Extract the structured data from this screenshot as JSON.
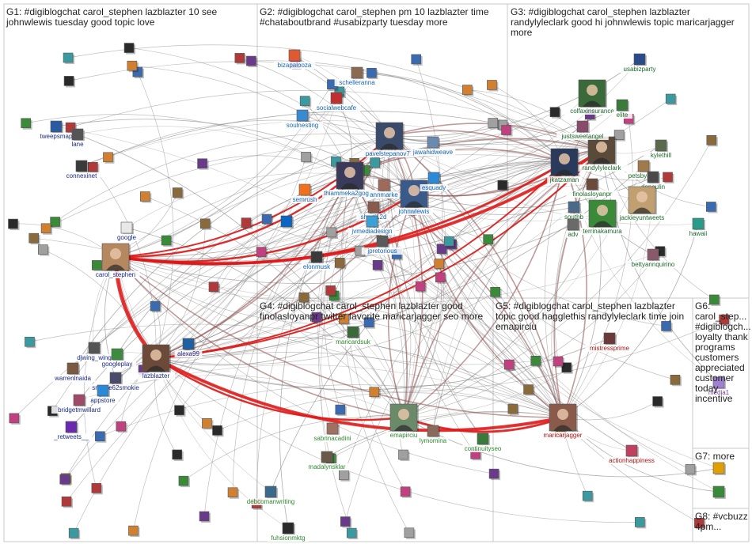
{
  "groups": [
    {
      "id": "G1",
      "title_lines": [
        "G1: #digiblogchat carol_stephen lazblazter 10 see",
        "johnwlewis tuesday good topic love"
      ],
      "label_color": "#1a2a8a"
    },
    {
      "id": "G2",
      "title_lines": [
        "G2: #digiblogchat carol_stephen pm 10 lazblazter time",
        "#chataboutbrand #usabizparty tuesday more"
      ],
      "label_color": "#1466b8"
    },
    {
      "id": "G3",
      "title_lines": [
        "G3: #digiblogchat carol_stephen lazblazter",
        "randylyleclark good hi johnwlewis topic maricarjagger",
        "more"
      ],
      "label_color": "#1c6b2c"
    },
    {
      "id": "G4",
      "title_lines": [
        "G4: #digiblogchat carol_stephen lazblazter good",
        "finolasloyanpr twitter favorite maricarjagger seo more"
      ],
      "label_color": "#2e8b2e"
    },
    {
      "id": "G5",
      "title_lines": [
        "G5: #digiblogchat carol_stephen lazblazter",
        "topic good hagglethis randylyleclark time join",
        "emapirciu"
      ],
      "label_color": "#b01414"
    },
    {
      "id": "G6",
      "title_lines": [
        "G6:",
        "carol_step...",
        "#digiblogch...",
        "loyalty thank",
        "programs",
        "customers",
        "appreciated",
        "customer",
        "today",
        "incentive"
      ],
      "label_color": "#7a3aa8"
    },
    {
      "id": "G7",
      "title_lines": [
        "G7: more"
      ],
      "label_color": "#a05a00"
    },
    {
      "id": "G8",
      "title_lines": [
        "G8: #vcbuzz",
        "4pm..."
      ],
      "label_color": "#333"
    }
  ],
  "nodes": [
    {
      "id": "carol_stephen",
      "label": "carol_stephen",
      "group": "G1",
      "color": "#b58860",
      "big": true
    },
    {
      "id": "lazblazter",
      "label": "lazblazter",
      "group": "G1",
      "color": "#6b4a3a",
      "big": true
    },
    {
      "id": "tweepsmap",
      "label": "tweepsmap",
      "group": "G1",
      "color": "#2a5aa0"
    },
    {
      "id": "connexinet",
      "label": "connexinet",
      "group": "G1",
      "color": "#3a3a3a"
    },
    {
      "id": "google",
      "label": "google",
      "group": "G1",
      "color": "#e8e8e8"
    },
    {
      "id": "alexa99",
      "label": "alexa99",
      "group": "G1",
      "color": "#2060a0"
    },
    {
      "id": "djwing_wing",
      "label": "djwing_wing",
      "group": "G1",
      "color": "#555"
    },
    {
      "id": "googleplay",
      "label": "googleplay",
      "group": "G1",
      "color": "#3c8c40"
    },
    {
      "id": "warrenlnaida",
      "label": "warrenlnaida",
      "group": "G1",
      "color": "#7a5a40"
    },
    {
      "id": "smokie62smokie",
      "label": "smokie62smokie",
      "group": "G1",
      "color": "#4a4a6a"
    },
    {
      "id": "appstore",
      "label": "appstore",
      "group": "G1",
      "color": "#2a8ad8"
    },
    {
      "id": "bridgetmwillard",
      "label": "bridgetmwillard",
      "group": "G1",
      "color": "#a04a6a"
    },
    {
      "id": "_retweets__",
      "label": "_retweets__",
      "group": "G1",
      "color": "#6a2ab0"
    },
    {
      "id": "lane",
      "label": "lane",
      "group": "G1",
      "color": "#555"
    },
    {
      "id": "bizapalooza",
      "label": "bizapalooza",
      "group": "G2",
      "color": "#e05a30"
    },
    {
      "id": "schelleranna",
      "label": "schelleranna",
      "group": "G2",
      "color": "#8a6a50"
    },
    {
      "id": "socialwebcafe",
      "label": "socialwebcafe",
      "group": "G2",
      "color": "#c03030"
    },
    {
      "id": "soulnesting",
      "label": "soulnesting",
      "group": "G2",
      "color": "#3a8ad0"
    },
    {
      "id": "pavelstepanov77",
      "label": "pavelstepanov77",
      "group": "G2",
      "color": "#3a4a6a",
      "big": true
    },
    {
      "id": "jawahidweave",
      "label": "jawahidweave",
      "group": "G2",
      "color": "#6a8ab0"
    },
    {
      "id": "thiammeka2gogue",
      "label": "thiammeka2gogue",
      "group": "G2",
      "color": "#3a3a5a",
      "big": true
    },
    {
      "id": "semrush",
      "label": "semrush",
      "group": "G2",
      "color": "#f07020"
    },
    {
      "id": "johnwlewis",
      "label": "johnwlewis",
      "group": "G2",
      "color": "#3a5a8a",
      "big": true
    },
    {
      "id": "shruti12d",
      "label": "shruti12d",
      "group": "G2",
      "color": "#8a5a4a"
    },
    {
      "id": "jvmediadesign",
      "label": "jvmediadesign",
      "group": "G2",
      "color": "#3aa0d8"
    },
    {
      "id": "jpretorious",
      "label": "jpretorious",
      "group": "G2",
      "color": "#5a5a5a"
    },
    {
      "id": "elonmusk",
      "label": "elonmusk",
      "group": "G2",
      "color": "#3a3a3a"
    },
    {
      "id": "esquady",
      "label": "esquady",
      "group": "G2",
      "color": "#2a8ad8"
    },
    {
      "id": "annmarke",
      "label": "annmarke",
      "group": "G2",
      "color": "#a06a5a"
    },
    {
      "id": "linkedin",
      "label": "",
      "group": "G2",
      "color": "#0a66c2"
    },
    {
      "id": "randylyleclark",
      "label": "randylyleclark",
      "group": "G3",
      "color": "#5a4a3a",
      "big": true
    },
    {
      "id": "jkatzaman",
      "label": "jkatzaman",
      "group": "G3",
      "color": "#2a3a5a",
      "big": true
    },
    {
      "id": "finolasloyanpr",
      "label": "finolasloyanpr",
      "group": "G3",
      "color": "#6a4a3a"
    },
    {
      "id": "colfaxinsurance",
      "label": "colfaxinsurance",
      "group": "G3",
      "color": "#3a6a3a",
      "big": true
    },
    {
      "id": "justsweetangel",
      "label": "justsweetangel",
      "group": "G3",
      "color": "#8a4a6a"
    },
    {
      "id": "usabizparty",
      "label": "usabizparty",
      "group": "G3",
      "color": "#2a4a8a"
    },
    {
      "id": "kylethill",
      "label": "kylethill",
      "group": "G3",
      "color": "#5a6a4a"
    },
    {
      "id": "petsbyamy",
      "label": "petsbyamy",
      "group": "G3",
      "color": "#a07a4a"
    },
    {
      "id": "dopaulin",
      "label": "dopaulin",
      "group": "G3",
      "color": "#4a4a4a"
    },
    {
      "id": "jackieyuntweets",
      "label": "jackieyuntweets",
      "group": "G3",
      "color": "#c0a070",
      "big": true
    },
    {
      "id": "terrinakamura",
      "label": "terrinakamura",
      "group": "G3",
      "color": "#3a8a3a",
      "big": true
    },
    {
      "id": "hawaii",
      "label": "hawaii",
      "group": "G3",
      "color": "#2a9a8a"
    },
    {
      "id": "bettyannquirino",
      "label": "bettyannquirino",
      "group": "G3",
      "color": "#8a5a6a"
    },
    {
      "id": "southb",
      "label": "southb",
      "group": "G3",
      "color": "#4a6a8a"
    },
    {
      "id": "elite",
      "label": "elite",
      "group": "G3",
      "color": "#3a7a3a"
    },
    {
      "id": "adv",
      "label": "adv",
      "group": "G3",
      "color": "#6a6a6a"
    },
    {
      "id": "maricardsuk",
      "label": "maricardsuk",
      "group": "G4",
      "color": "#3a6a3a"
    },
    {
      "id": "emapirciu",
      "label": "emapirciu",
      "group": "G4",
      "color": "#6a8a6a",
      "big": true
    },
    {
      "id": "lymomina",
      "label": "lymomina",
      "group": "G4",
      "color": "#8a6a5a"
    },
    {
      "id": "sabrinacadini",
      "label": "sabrinacadini",
      "group": "G4",
      "color": "#a07060"
    },
    {
      "id": "madalynsklar",
      "label": "madalynsklar",
      "group": "G4",
      "color": "#6a5a4a"
    },
    {
      "id": "debcomanwriting",
      "label": "debcomanwriting",
      "group": "G4",
      "color": "#3a6a8a"
    },
    {
      "id": "fuhsionmktg",
      "label": "fuhsionmktg",
      "group": "G4",
      "color": "#2a2a2a"
    },
    {
      "id": "continuityseo",
      "label": "continuityseo",
      "group": "G4",
      "color": "#3a7a3a"
    },
    {
      "id": "maricarjagger",
      "label": "maricarjagger",
      "group": "G5",
      "color": "#8a5a4a",
      "big": true
    },
    {
      "id": "mistressprime",
      "label": "mistressprime",
      "group": "G5",
      "color": "#6a3a3a"
    },
    {
      "id": "actionhappiness",
      "label": "actionhappiness",
      "group": "G5",
      "color": "#c04060"
    },
    {
      "id": "media1",
      "label": "media1",
      "group": "G6",
      "color": "#a080d0"
    },
    {
      "id": "g7node",
      "label": "",
      "group": "G7",
      "color": "#e0a000"
    },
    {
      "id": "g8node",
      "label": "",
      "group": "G8",
      "color": "#3a8a3a"
    }
  ],
  "edges_note": ""
}
